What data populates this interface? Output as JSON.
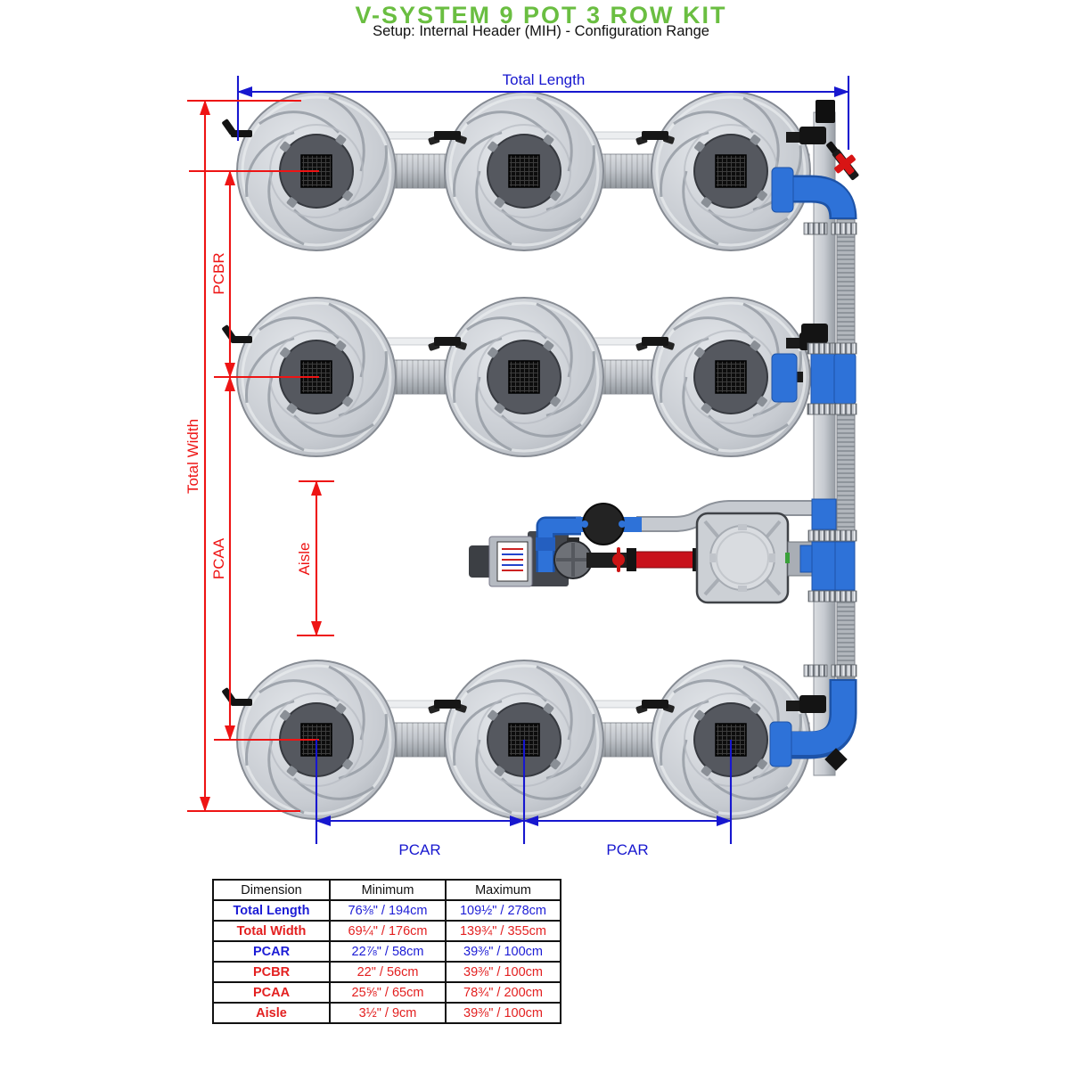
{
  "title": "V-SYSTEM 9 POT 3 ROW KIT",
  "subtitle": "Setup: Internal Header (MIH) - Configuration Range",
  "colors": {
    "title_green": "#6abe41",
    "dimension_blue": "#1717cf",
    "dimension_red": "#ee1414",
    "table_blue": "#1c1cd6",
    "table_red": "#e32020",
    "pipe_blue": "#2e72d8",
    "pot_gray": "#c7cbd1",
    "valve_red": "#c8111b"
  },
  "labels": {
    "total_length": "Total Length",
    "total_width": "Total Width",
    "pcbr": "PCBR",
    "pcaa": "PCAA",
    "aisle": "Aisle",
    "pcar_left": "PCAR",
    "pcar_right": "PCAR"
  },
  "table": {
    "headers": [
      "Dimension",
      "Minimum",
      "Maximum"
    ],
    "rows": [
      {
        "dimension": "Total Length",
        "minimum": "76⅜\" / 194cm",
        "maximum": "109½\" / 278cm",
        "color": "blue"
      },
      {
        "dimension": "Total Width",
        "minimum": "69¼\" / 176cm",
        "maximum": "139¾\" / 355cm",
        "color": "red"
      },
      {
        "dimension": "PCAR",
        "minimum": "22⅞\" / 58cm",
        "maximum": "39⅜\" / 100cm",
        "color": "blue"
      },
      {
        "dimension": "PCBR",
        "minimum": "22\" / 56cm",
        "maximum": "39⅜\" / 100cm",
        "color": "red"
      },
      {
        "dimension": "PCAA",
        "minimum": "25⅝\" / 65cm",
        "maximum": "78¾\" / 200cm",
        "color": "red"
      },
      {
        "dimension": "Aisle",
        "minimum": "3½\" / 9cm",
        "maximum": "39⅜\" / 100cm",
        "color": "red"
      }
    ]
  }
}
